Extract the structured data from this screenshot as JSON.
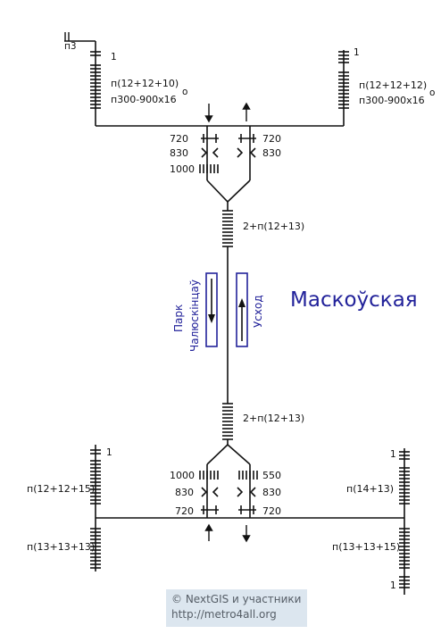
{
  "station_name": "Маскоўская",
  "platforms": {
    "left": [
      "Парк",
      "Чалюскінцаў"
    ],
    "right": "Усход"
  },
  "labels": {
    "p3": "п3",
    "top_left_count": "1",
    "top_left_formula": "п(12+12+10)",
    "top_left_curve": "п300-900x16",
    "top_right_count": "1",
    "top_right_formula": "п(12+12+12)",
    "top_right_curve": "п300-900x16",
    "degree": "о",
    "tl_720": "720",
    "tl_830": "830",
    "tl_1000": "1000",
    "tr_720": "720",
    "tr_830": "830",
    "upper_run": "2+п(12+13)",
    "lower_run": "2+п(12+13)",
    "bl_1000": "1000",
    "bl_830": "830",
    "bl_720": "720",
    "br_550": "550",
    "br_830": "830",
    "br_720": "720",
    "bottom_left_count": "1",
    "bottom_left_formula": "п(12+12+15)",
    "bottom_left_lower": "п(13+13+13)",
    "bottom_right_top_count": "1",
    "bottom_right_formula": "п(14+13)",
    "bottom_right_lower": "п(13+13+15)",
    "bottom_right_bottom_count": "1"
  },
  "credit": {
    "line1": "© NextGIS и участники",
    "line2": "http://metro4all.org"
  },
  "colors": {
    "station": "#22229a",
    "line": "#111111",
    "credit_bg": "#dce6ef",
    "credit_text": "#555d66"
  }
}
